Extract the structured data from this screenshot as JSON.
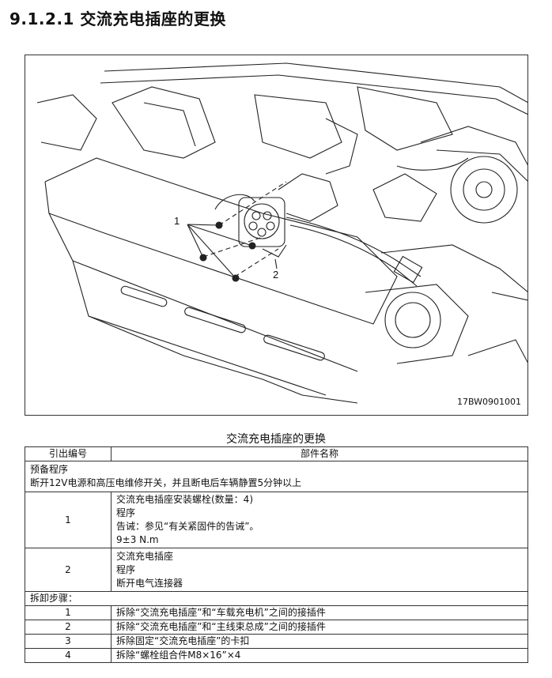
{
  "title": "9.1.2.1 交流充电插座的更换",
  "figure": {
    "code": "17BW0901001",
    "callouts": [
      "1",
      "2"
    ]
  },
  "table": {
    "caption": "交流充电插座的更换",
    "header": [
      "引出编号",
      "部件名称"
    ],
    "prep": {
      "title": "预备程序",
      "text": "断开12V电源和高压电维修开关，并且断电后车辆静置5分钟以上"
    },
    "items": [
      {
        "num": "1",
        "lines": [
          "交流充电插座安装螺栓(数量：4)",
          "程序",
          "告诫：参见“有关紧固件的告诫”。",
          "9±3 N.m"
        ]
      },
      {
        "num": "2",
        "lines": [
          "交流充电插座",
          "程序",
          "断开电气连接器"
        ]
      }
    ],
    "steps_title": "拆卸步骤：",
    "steps": [
      {
        "num": "1",
        "text": "拆除“交流充电插座”和“车载充电机”之间的接插件"
      },
      {
        "num": "2",
        "text": "拆除“交流充电插座”和“主线束总成”之间的接插件"
      },
      {
        "num": "3",
        "text": "拆除固定“交流充电插座”的卡扣"
      },
      {
        "num": "4",
        "text": "拆除“螺栓组合件M8×16”×4"
      }
    ]
  }
}
